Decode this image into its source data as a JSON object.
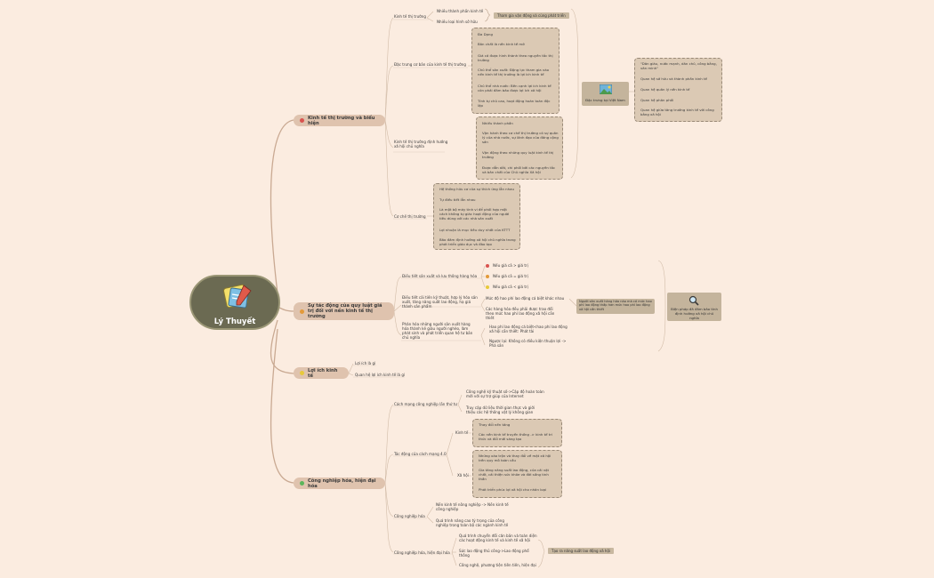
{
  "root": {
    "title": "Lý Thuyết"
  },
  "branches": [
    {
      "label": "Kinh tế thị trường và biểu hiện",
      "color": "#d9534f"
    },
    {
      "label": "Sự tác động của quy luật giá trị đối với nền kinh tế thị trường",
      "color": "#e39a3a"
    },
    {
      "label": "Lợi ích kinh tế",
      "color": "#e8c93a"
    },
    {
      "label": "Công nghiệp hóa, hiện đại hóa",
      "color": "#5bb55b"
    }
  ],
  "b1": {
    "ktt": "Kinh tế thị trường",
    "ktt_items": [
      "Nhiều thành phần kinh tế",
      "Nhiều loại hình sở hữu"
    ],
    "ktt_tag": "Tham gia vận động và cùng phát triển",
    "dacTrung": "Đặc trưng cơ bản của kinh tế thị trường",
    "dacTrung_items": [
      "Đa Dạng",
      "Bản chất là nền kinh tế mở",
      "Giá cả được hình thành theo nguyên tắc thị trường",
      "Chủ thể sản xuất: Động lực tham gia vào nền kinh tế thị trường là lợi ích kinh tế",
      "Chủ thể nhà nước: Bên cạnh lợi ích kinh tế còn phải đảm bảo được lợi ích xã hội",
      "Tính tự chủ cao, hoạt động hoàn toàn độc lập"
    ],
    "dinhHuong": "Kinh tế thị trường định hướng xã hội chủ nghĩa",
    "dinhHuong_items": [
      "Nhiều thành phần",
      "Vận hành theo cơ chế thị trường có sự quản lý của nhà nước, sự lãnh đạo của đảng cộng sản",
      "Vận động theo những quy luật kinh tế thị trường",
      "Được dẫn dắt, chi phối bởi các nguyên tắc và bản chất của Chủ nghĩa Xã hội"
    ],
    "coChe": "Cơ chế thị trường",
    "coChe_items": [
      "Hệ thống hữu cơ của sự thích ứng lẫn nhau",
      "Tự điều tiết lẫn nhau",
      "Là một bộ máy tinh vi để phối hợp một cách không tự giác hoạt động của người tiêu dùng với các nhà sản xuất",
      "Lợi nhuận là mục tiêu duy nhất của KTTT",
      "Bảo đảm định hướng xã hội chủ nghĩa trong phát triển giáo dục và đào tạo"
    ],
    "vn_label": "Đặc trưng tại Việt Nam",
    "vn_items": [
      "\"Dân giàu, nước mạnh, dân chủ, công bằng, văn minh\"",
      "Quan hệ sở hữu và thành phần kinh tế",
      "Quan hệ quản lý nền kinh tế",
      "Quan hệ phân phối",
      "Quan hệ giữa tăng trưởng kinh tế với công bằng xã hội"
    ]
  },
  "b2": {
    "dieuTiet": "Điều tiết sản xuất và lưu thông hàng hóa",
    "dieuTiet_items": [
      "Nếu giá cả > giá trị",
      "Nếu giá cả = giá trị",
      "Nếu giá cả < giá trị"
    ],
    "caiTien": "Điều tiết cải tiến kỹ thuật, hợp lý hóa sản xuất, tăng năng suất lao động, hạ giá thành sản phẩm",
    "caiTien_items": [
      "Mức độ hao phí lao động cá biệt khác nhau",
      "Các hàng hóa đều phải được trao đổi theo mức hao phí lao động xã hội cần thiết"
    ],
    "caiTien_tag": "Người sản xuất hàng hóa nào mà có mức hao phí lao động thấp hơn mức hao phí lao động xã hội cần thiết",
    "phanHoa": "Phân hóa những người sản xuất hàng hóa thành kẻ giàu người nghèo, làm phát sinh và phát triển quan hệ tư bản chủ nghĩa",
    "phanHoa_items": [
      "Hao phí lao động cá biệt<hao phí lao động xã hội cần thiết: Phát tài",
      "Ngược lại: Không có điều kiện thuận lợi -> Phá sản"
    ],
    "bienPhap": "Biện pháp đã đảm bảo tính định hướng xã hội chủ nghĩa"
  },
  "b3": {
    "items": [
      "Lợi ích là gì",
      "Quan hệ lợi ích kinh tế là gì"
    ]
  },
  "b4": {
    "cmcn": "Cách mạng công nghiệp lần thứ tư",
    "cmcn_items": [
      "Công nghệ kỹ thuật số->Cập độ hoàn toàn mới với sự trợ giúp của Internet",
      "Truy cập dữ liệu thời gian thực và giới thiệu các hệ thống vật lý không gian"
    ],
    "tacDong": "Tác động của cách mạng 4.0",
    "kinhTe": "Kinh tế",
    "kinhTe_items": [
      "Thay đổi nền tảng",
      "Các nền kinh tế truyền thống -> kinh tế tri thức và đổi mới sáng tạo"
    ],
    "xaHoi": "Xã hội",
    "xaHoi_items": [
      "Những xáo trộn và thay đổi về mặt xã hội trên quy mô toàn cầu",
      "Gia tăng năng suất lao động, của cải vật chất, cải thiện sức khỏe và đời sống tinh thần",
      "Phát triển phúc lợi xã hội cho nhân loại"
    ],
    "cnh": "Công nghiệp hóa",
    "cnh_items": [
      "Nền kinh tế nông nghiệp -> Nền kinh tế công nghiệp",
      "Quá trình nâng cao tỷ trọng của công nghiệp trong toàn bộ các ngành kinh tế"
    ],
    "hdh": "Công nghiệp hóa, hiện đại hóa",
    "hdh_items": [
      "Quá trình chuyển đổi căn bản và toàn diện các hoạt động kinh tế và kinh tế xã hội",
      "Sức lao động thủ công->Lao động phổ thông",
      "Công nghệ, phương tiện tiên tiến, hiện đại"
    ],
    "hdh_tag": "Tạo ra năng suất lao động xã hội"
  }
}
